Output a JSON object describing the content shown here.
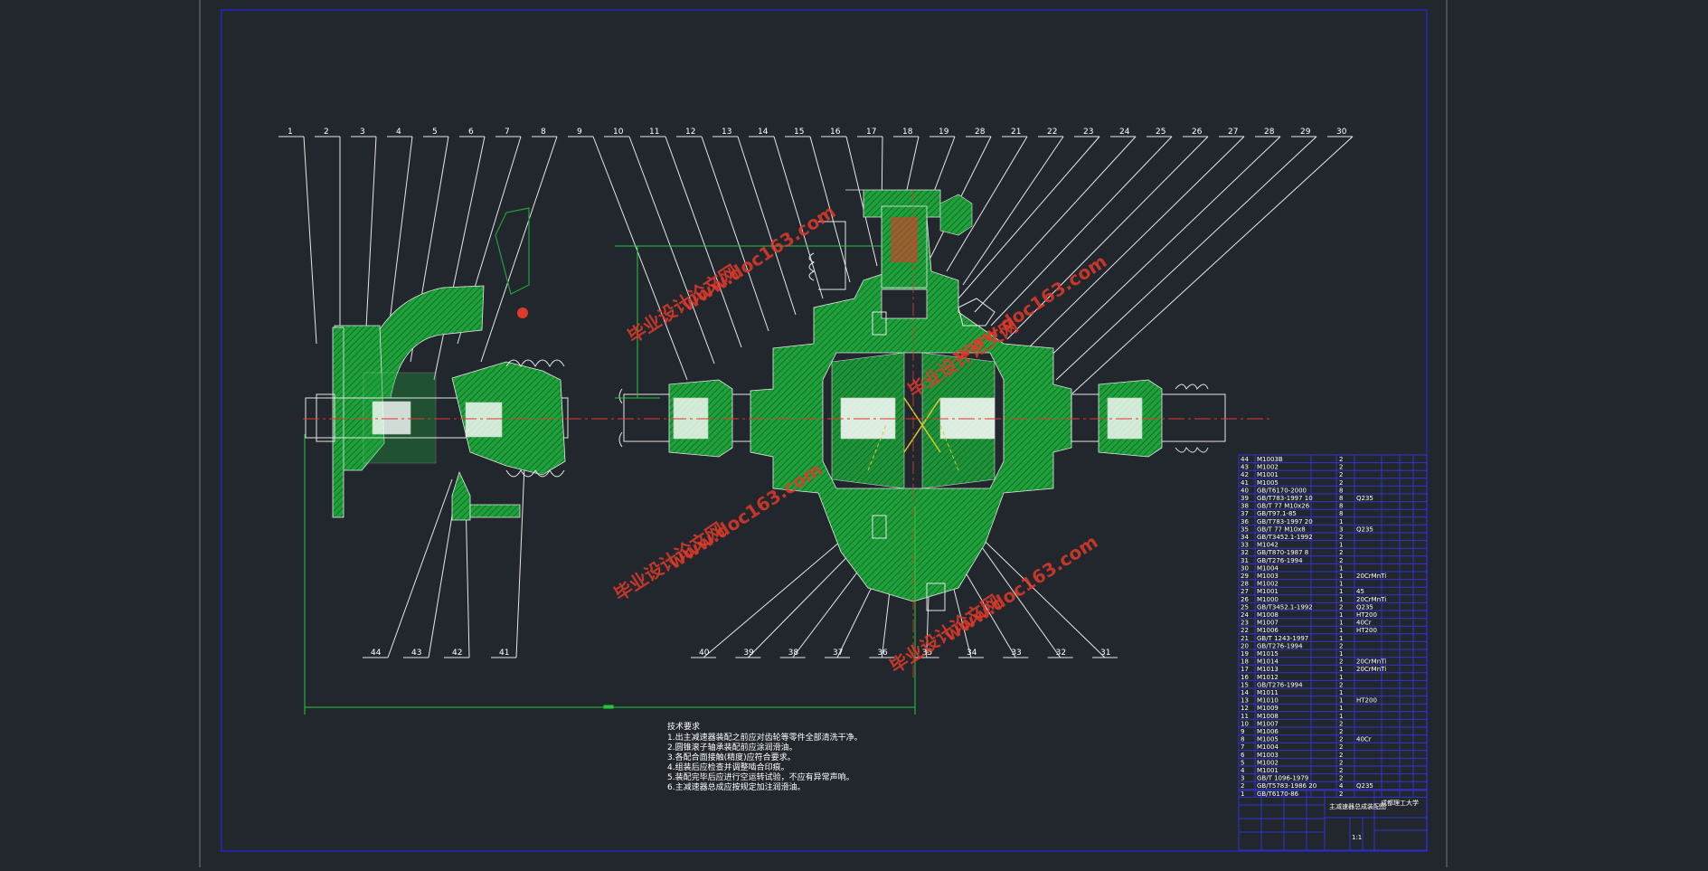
{
  "drawing": {
    "balloons_top": [
      "1",
      "2",
      "3",
      "4",
      "5",
      "6",
      "7",
      "8",
      "9",
      "10",
      "11",
      "12",
      "13",
      "14",
      "15",
      "16",
      "17",
      "18",
      "19",
      "28",
      "21",
      "22",
      "23",
      "24",
      "25",
      "26",
      "27",
      "28",
      "29",
      "30"
    ],
    "balloons_bottom_left": [
      "44",
      "43",
      "42",
      "41"
    ],
    "balloons_bottom_right": [
      "40",
      "39",
      "38",
      "37",
      "36",
      "35",
      "34",
      "33",
      "32",
      "31"
    ]
  },
  "watermark": {
    "url": "www.doc163.com",
    "text": "毕业设计论文网"
  },
  "technical_requirements": {
    "heading": "技术要求",
    "lines": [
      "1.出主减速器装配之前应对齿轮等零件全部清洗干净。",
      "2.圆锥滚子轴承装配前应涂润滑油。",
      "3.各配合面接触(精度)应符合要求。",
      "4.组装后应检查并调整啮合印痕。",
      "5.装配完毕后应进行空运转试验，不应有异常声响。",
      "6.主减速器总成应按规定加注润滑油。"
    ]
  },
  "bom": {
    "rows": [
      {
        "no": "44",
        "code": "M1003B",
        "qty": "2"
      },
      {
        "no": "43",
        "code": "M1002",
        "qty": "2"
      },
      {
        "no": "42",
        "code": "M1001",
        "qty": "2"
      },
      {
        "no": "41",
        "code": "M1005",
        "qty": "2"
      },
      {
        "no": "40",
        "code": "GB/T6170-2000",
        "qty": "8"
      },
      {
        "no": "39",
        "code": "GB/T783-1997 10",
        "qty": "8",
        "mat": "Q235"
      },
      {
        "no": "38",
        "code": "GB/T 77 M10x26",
        "qty": "8"
      },
      {
        "no": "37",
        "code": "GB/T97.1-85",
        "qty": "8"
      },
      {
        "no": "36",
        "code": "GB/T783-1997 20",
        "qty": "1"
      },
      {
        "no": "35",
        "code": "GB/T 77 M10x8",
        "qty": "3",
        "mat": "Q235"
      },
      {
        "no": "34",
        "code": "GB/T3452.1-1992",
        "qty": "2"
      },
      {
        "no": "33",
        "code": "M1042",
        "qty": "1"
      },
      {
        "no": "32",
        "code": "GB/T870-1987 8",
        "qty": "2"
      },
      {
        "no": "31",
        "code": "GB/T276-1994",
        "qty": "2"
      },
      {
        "no": "30",
        "code": "M1004",
        "qty": "1"
      },
      {
        "no": "29",
        "code": "M1003",
        "qty": "1",
        "mat": "20CrMnTi"
      },
      {
        "no": "28",
        "code": "M1002",
        "qty": "1"
      },
      {
        "no": "27",
        "code": "M1001",
        "qty": "1",
        "mat": "45"
      },
      {
        "no": "26",
        "code": "M1000",
        "qty": "1",
        "mat": "20CrMnTi"
      },
      {
        "no": "25",
        "code": "GB/T3452.1-1992",
        "qty": "2",
        "mat": "Q235"
      },
      {
        "no": "24",
        "code": "M1008",
        "qty": "1",
        "mat": "HT200"
      },
      {
        "no": "23",
        "code": "M1007",
        "qty": "1",
        "mat": "40Cr"
      },
      {
        "no": "22",
        "code": "M1006",
        "qty": "1",
        "mat": "HT200"
      },
      {
        "no": "21",
        "code": "GB/T 1243-1997",
        "qty": "1"
      },
      {
        "no": "20",
        "code": "GB/T276-1994",
        "qty": "2"
      },
      {
        "no": "19",
        "code": "M1015",
        "qty": "1"
      },
      {
        "no": "18",
        "code": "M1014",
        "qty": "2",
        "mat": "20CrMnTi"
      },
      {
        "no": "17",
        "code": "M1013",
        "qty": "1",
        "mat": "20CrMnTi"
      },
      {
        "no": "16",
        "code": "M1012",
        "qty": "1"
      },
      {
        "no": "15",
        "code": "GB/T276-1994",
        "qty": "2"
      },
      {
        "no": "14",
        "code": "M1011",
        "qty": "1"
      },
      {
        "no": "13",
        "code": "M1010",
        "qty": "1",
        "mat": "HT200"
      },
      {
        "no": "12",
        "code": "M1009",
        "qty": "1"
      },
      {
        "no": "11",
        "code": "M1008",
        "qty": "1"
      },
      {
        "no": "10",
        "code": "M1007",
        "qty": "2"
      },
      {
        "no": "9",
        "code": "M1006",
        "qty": "2"
      },
      {
        "no": "8",
        "code": "M1005",
        "qty": "2",
        "mat": "40Cr"
      },
      {
        "no": "7",
        "code": "M1004",
        "qty": "2"
      },
      {
        "no": "6",
        "code": "M1003",
        "qty": "2"
      },
      {
        "no": "5",
        "code": "M1002",
        "qty": "2"
      },
      {
        "no": "4",
        "code": "M1001",
        "qty": "2"
      },
      {
        "no": "3",
        "code": "GB/T 1096-1979",
        "qty": "2"
      },
      {
        "no": "2",
        "code": "GB/T5783-1986 20",
        "qty": "4",
        "mat": "Q235"
      },
      {
        "no": "1",
        "code": "GB/T6170-86",
        "qty": "2"
      }
    ]
  },
  "title_block": {
    "drawing_title": "主减速器总成装配图",
    "school": "成都理工大学",
    "scale": "1:1"
  },
  "colors": {
    "background": "#22272e",
    "border": "#2626b8",
    "part": "#1ea03a",
    "line": "#e6e6e6",
    "centerline": "#e03a2a",
    "dimension": "#22c83a",
    "hidden": "#d8c82a"
  }
}
